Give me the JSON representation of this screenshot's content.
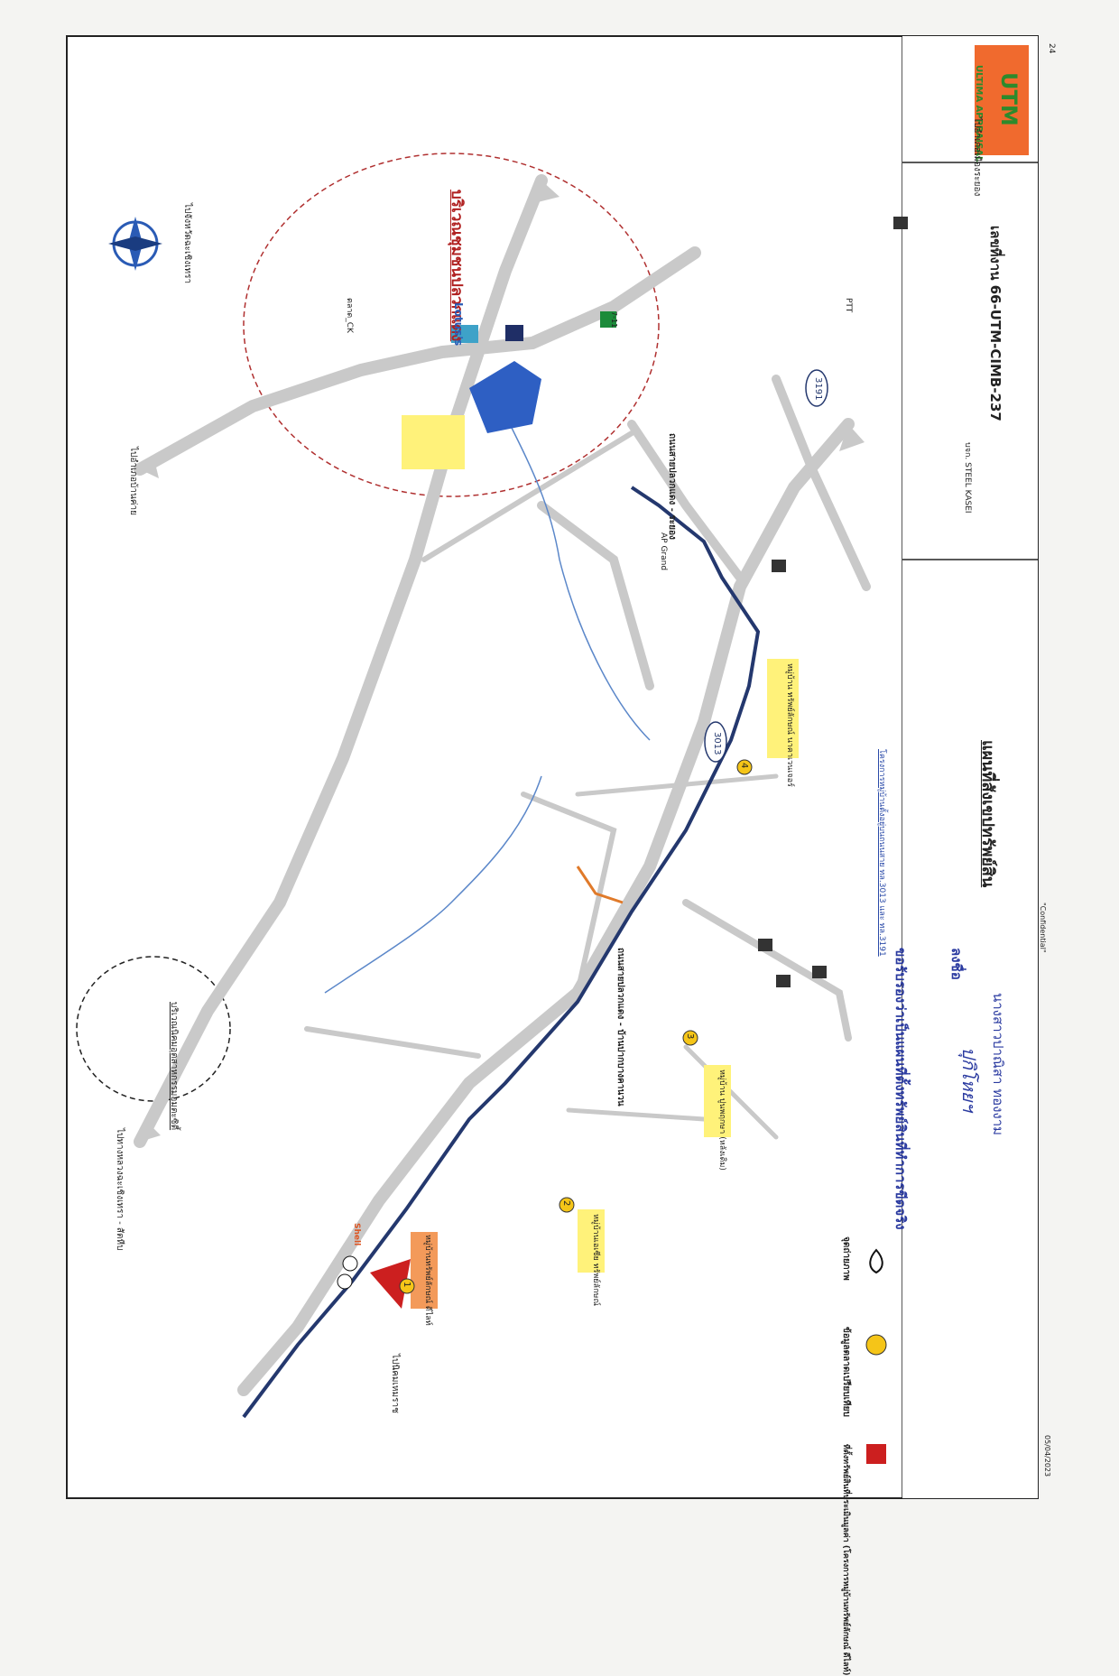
{
  "header": {
    "doc_no_label": "เลขที่งาน",
    "doc_no": "66-UTM-CIMB-237",
    "map_title": "แผนที่สังเขปทรัพย์สิน",
    "logo_text": "UTM",
    "logo_sub": "ULTIMA APPRAISAL",
    "page_mark": "24"
  },
  "map": {
    "area_label": "บริเวณชุมชนปลวกแดง",
    "destinations": {
      "top_left": "ไปจังหวัดฉะเชิงเทรา",
      "top_right": "ไปอำเภอเมืองระยอง",
      "left_mid": "ไปอำเภอบ้านค่าย",
      "bottom_left": "ไปทางหลวงฉะเชิงเทรา - สัตหีบ",
      "bottom_left2": "ไปนิคมเหมราช",
      "mid_left": "บริเวณนิคมอุตสาหกรรมอมตะซิตี้"
    },
    "roads": {
      "r3013": "3013",
      "r3191": "3191",
      "road_pluak": "ถนนสายปลวกแดง - ระยอง",
      "road_main": "ถนนสายปลวกแดง - บ้านปากบางคานวน"
    },
    "places": {
      "lotus": "Lotus's",
      "shell": "Shell",
      "seven": "7-11",
      "ptt": "PTT",
      "ck": "ตลาด_CK",
      "ap_grand": "AP Grand",
      "steel": "บจก. STEEL KASEI"
    },
    "markers": [
      "1",
      "2",
      "3",
      "4"
    ],
    "subject_label": "หมู่บ้านทรัพย์ลักษณ์ ดีไลท์",
    "comp_labels": [
      "หมู่บ้านเอเซีย ทรัพย์ลักษณ์",
      "หมู่บ้าน ปูนพฤกษา (หลังเดิม)",
      "หมู่บ้าน ทรัพย์ลักษณ์ นาคาเวนเจอร์"
    ]
  },
  "legend": {
    "items": [
      {
        "symbol": "square",
        "color": "#cc1f1f",
        "label": "ที่ตั้งทรัพย์สินที่ประเมินมูลค่า (โครงการหมู่บ้านทรัพย์ลักษณ์ ดีไลท์)"
      },
      {
        "symbol": "circle",
        "color": "#f5c518",
        "label": "ข้อมูลตลาดเปรียบเทียบ"
      },
      {
        "symbol": "drop",
        "color": "#2a6fc9",
        "label": "จุดถ่ายภาพ"
      }
    ]
  },
  "footer": {
    "note": "โครงการหมู่บ้านตั้งอยู่บนถนนสาย ทล.3013 และ ทล.3191",
    "certify": "ขอรับรองว่าเป็นแผนที่ตั้งทรัพย์สินที่ทำการขีดจริง",
    "sign_label": "ลงชื่อ",
    "signature": "ปุกิโหยฯ",
    "name": "นางสาวปาณิสา  ทองงาม",
    "date": "05/04/2023",
    "confidential": "\"Confidential\""
  }
}
